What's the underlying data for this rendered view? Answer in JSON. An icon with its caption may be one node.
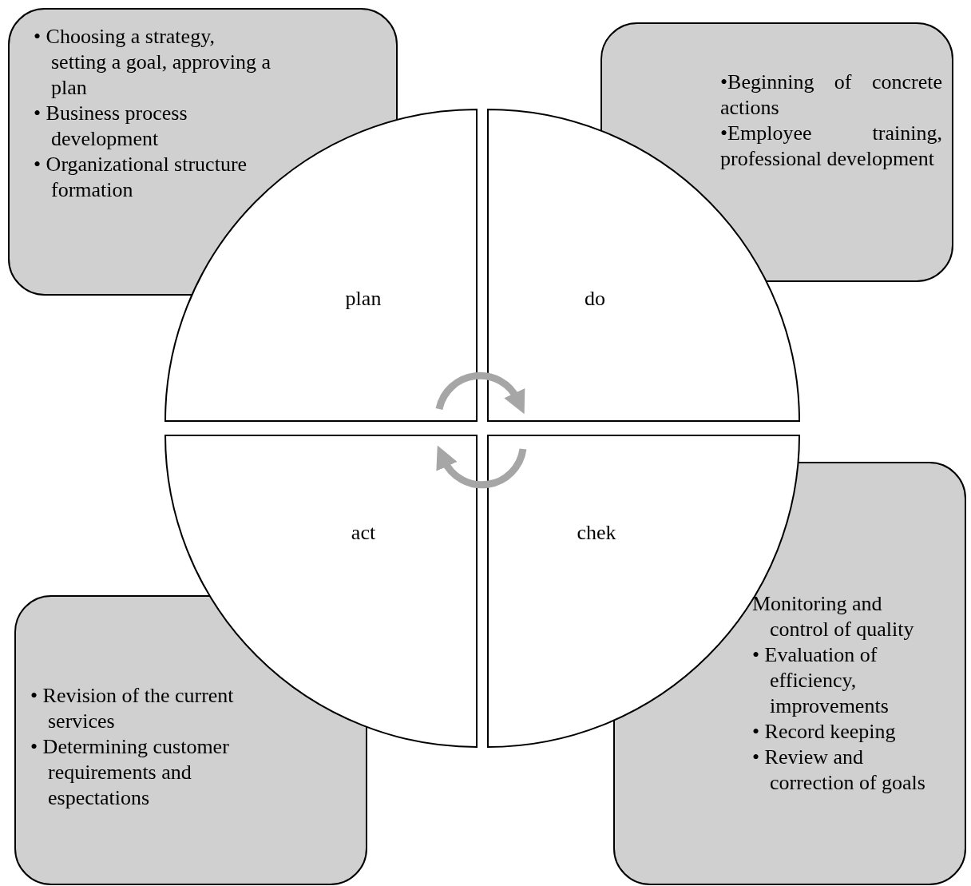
{
  "diagram": {
    "nodes": [
      {
        "text": [
          "• Choosing a strategy, setting a goal, approving a plan",
          "• Business process development",
          "• Organizational structure formation"
        ]
      },
      {
        "text": [
          "•Beginning of concrete actions",
          "•Employee training, professional development"
        ]
      },
      {
        "text": [
          "plan"
        ]
      },
      {
        "text": [
          "do"
        ]
      },
      {
        "text": [
          "act"
        ]
      },
      {
        "text": [
          "chek"
        ]
      },
      {
        "text": [
          "Monitoring and control of quality",
          "• Evaluation of efficiency, improvements",
          "• Record keeping",
          "• Review and correction of goals"
        ]
      },
      {
        "text": [
          "• Revision of the current services",
          "• Determining customer requirements and espectations"
        ]
      }
    ],
    "edges": [
      {
        "from": 2,
        "to": 3,
        "arrow": "to"
      },
      {
        "from": 5,
        "to": 4,
        "arrow": "to"
      }
    ]
  }
}
